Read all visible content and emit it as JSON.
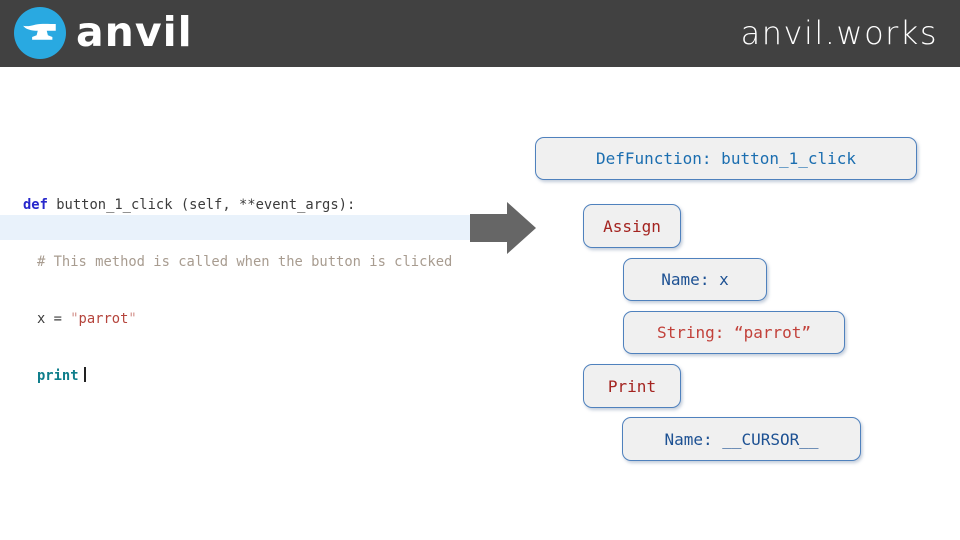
{
  "header": {
    "bg_color": "#414141",
    "logo_text": "anvil",
    "logo_circle_color": "#29a9e1",
    "site_text": "anvil.works"
  },
  "code": {
    "highlight_color": "#e9f2fb",
    "line1_keyword": "def",
    "line1_rest": " button_1_click (self, **event_args):",
    "line2_comment": "# This method is called when the button is clicked",
    "line3_pre": "x = ",
    "line3_quote": "\"",
    "line3_string": "parrot",
    "line4_keyword": "print",
    "keyword_def_color": "#2727cc",
    "comment_color": "#a89c90",
    "string_color": "#b5443c",
    "keyword_print_color": "#0f7e8b"
  },
  "arrow": {
    "color": "#666666",
    "direction": "right"
  },
  "tree": {
    "box_fill": "#f0f0f0",
    "box_border": "#4f81bd",
    "nodes": [
      {
        "label": "DefFunction: button_1_click",
        "text_color": "#1b6eb0"
      },
      {
        "label": "Assign",
        "text_color": "#a42420"
      },
      {
        "label": "Name: x",
        "text_color": "#1d5193"
      },
      {
        "label": "String: “parrot”",
        "text_color": "#c2413a"
      },
      {
        "label": "Print",
        "text_color": "#a42420"
      },
      {
        "label": "Name: __CURSOR__",
        "text_color": "#1d5193"
      }
    ]
  }
}
